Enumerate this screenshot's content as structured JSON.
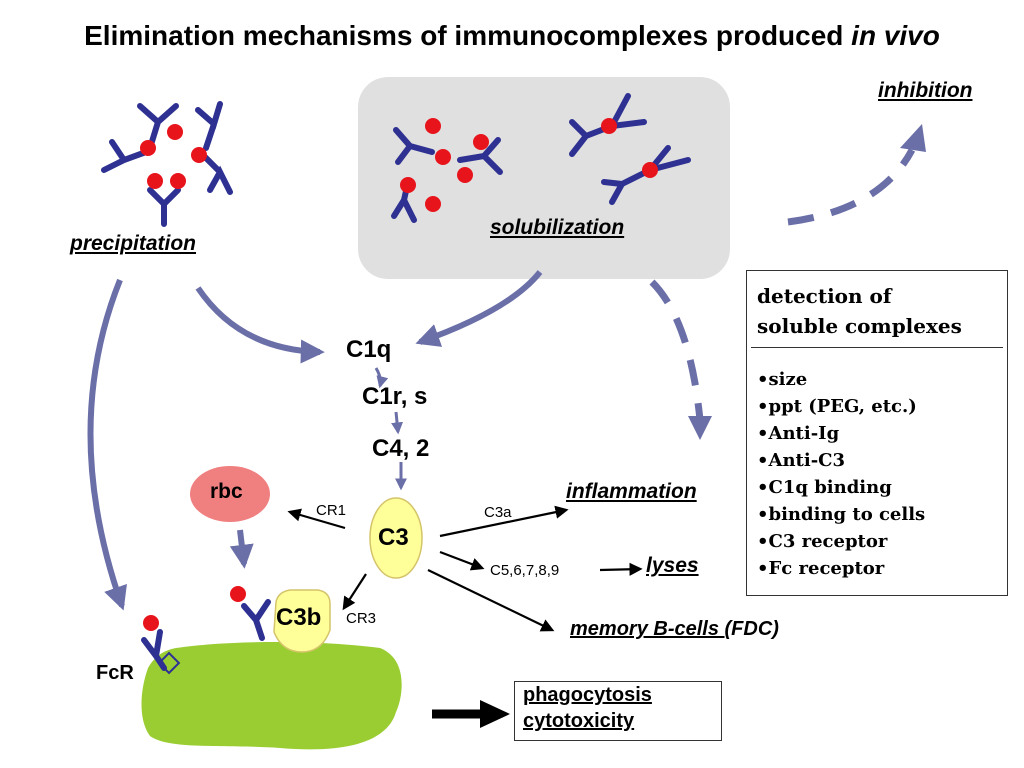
{
  "title": {
    "main": "Elimination mechanisms of immunocomplexes produced ",
    "italic": "in vivo"
  },
  "labels": {
    "precipitation": "precipitation",
    "solubilization": "solubilization",
    "inhibition": "inhibition",
    "c1q": "C1q",
    "c1rs": "C1r, s",
    "c42": "C4, 2",
    "c3": "C3",
    "c3b": "C3b",
    "rbc": "rbc",
    "cr1": "CR1",
    "cr3": "CR3",
    "c3a": "C3a",
    "c5_9": "C5,6,7,8,9",
    "inflammation": "inflammation",
    "lyses": "lyses",
    "memory_underlined": "memory B-cells ",
    "memory_rest": "(FDC)",
    "fcr": "FcR"
  },
  "detection_box": {
    "heading_line1": "detection of",
    "heading_line2": "soluble complexes",
    "items": [
      "•size",
      "•ppt (PEG, etc.)",
      "•Anti-Ig",
      "•Anti-C3",
      "•C1q binding",
      "•binding to cells",
      "•C3 receptor",
      "•Fc receptor"
    ]
  },
  "outcome_box": {
    "line1": "phagocytosis",
    "line2": "cytotoxicity"
  },
  "colors": {
    "arrow": "#6b6fa8",
    "antibody": "#2e3192",
    "antigen": "#e8141c",
    "cell": "#9acd32",
    "c3_fill": "#ffff99",
    "rbc_fill": "#f08080",
    "panel": "#e0e0e0"
  }
}
